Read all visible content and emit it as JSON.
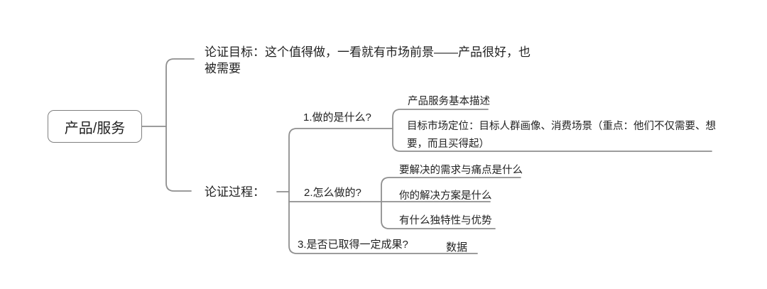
{
  "colors": {
    "background": "#ffffff",
    "line": "#8f8f8f",
    "text": "#222222",
    "root_border": "#808080"
  },
  "mindmap": {
    "root": {
      "label": "产品/服务"
    },
    "branches": [
      {
        "label": "论证目标：这个值得做，一看就有市场前景——产品很好，也被需要",
        "children": []
      },
      {
        "label": "论证过程：",
        "children": [
          {
            "label": "1.做的是什么?",
            "children": [
              {
                "label": "产品服务基本描述"
              },
              {
                "label": "目标市场定位：目标人群画像、消费场景（重点：他们不仅需要、想要，而且买得起）"
              }
            ]
          },
          {
            "label": "2.怎么做的?",
            "children": [
              {
                "label": "要解决的需求与痛点是什么"
              },
              {
                "label": "你的解决方案是什么"
              },
              {
                "label": "有什么独特性与优势"
              }
            ]
          },
          {
            "label": "3.是否已取得一定成果?",
            "children": [
              {
                "label": "数据"
              }
            ]
          }
        ]
      }
    ]
  }
}
